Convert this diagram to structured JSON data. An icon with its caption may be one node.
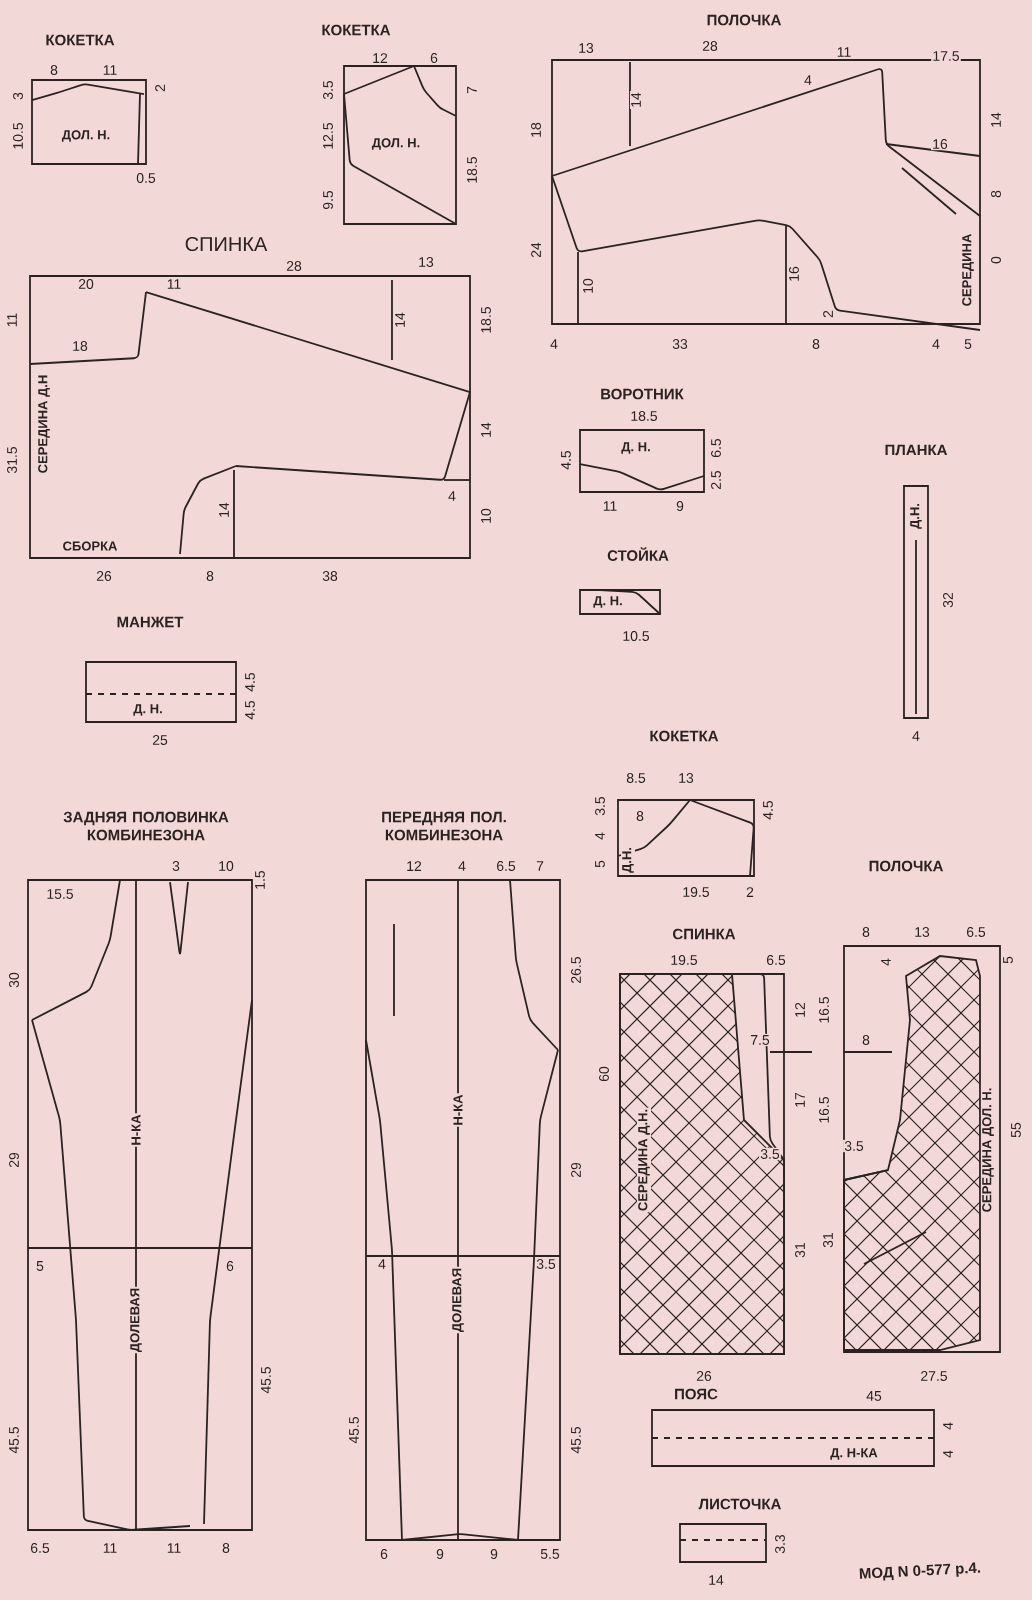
{
  "diagram": {
    "nodes": [
      {
        "text": [
          "КОКЕТКА",
          "ДОЛ. Н."
        ]
      },
      {
        "text": [
          "КОКЕТКА",
          "ДОЛ. Н."
        ]
      },
      {
        "text": [
          "СПИНКА",
          "СЕРЕДИНА Д.Н",
          "СБОРКА"
        ]
      },
      {
        "text": [
          "ПОЛОЧКА",
          "СЕРЕДИНА"
        ]
      },
      {
        "text": [
          "ВОРОТНИК",
          "Д. Н."
        ]
      },
      {
        "text": [
          "СТОЙКА",
          "Д. Н."
        ]
      },
      {
        "text": [
          "ПЛАНКА",
          "Д.Н."
        ]
      },
      {
        "text": [
          "МАНЖЕТ",
          "Д. Н."
        ]
      },
      {
        "text": [
          "ЗАДНЯЯ ПОЛОВИНКА КОМБИНЕЗОНА",
          "Н-КА",
          "ДОЛЕВАЯ"
        ]
      },
      {
        "text": [
          "ПЕРЕДНЯЯ ПОЛ. КОМБИНЕЗОНА",
          "Н-КА",
          "ДОЛЕВАЯ"
        ]
      },
      {
        "text": [
          "КОКЕТКА",
          "Д.Н."
        ]
      },
      {
        "text": [
          "СПИНКА",
          "СЕРЕДИНА Д.Н."
        ]
      },
      {
        "text": [
          "ПОЛОЧКА",
          "СЕРЕДИНА ДОЛ. Н."
        ]
      },
      {
        "text": [
          "ПОЯС",
          "Д. Н-КА"
        ]
      },
      {
        "text": [
          "ЛИСТОЧКА"
        ]
      }
    ],
    "labels": [
      "8",
      "11",
      "3",
      "10.5",
      "2",
      "0.5",
      "12",
      "6",
      "3.5",
      "12.5",
      "9.5",
      "7",
      "18.5",
      "20",
      "11",
      "28",
      "13",
      "11",
      "18",
      "14",
      "18.5",
      "31.5",
      "14",
      "14",
      "4",
      "10",
      "26",
      "8",
      "38",
      "13",
      "28",
      "11",
      "17.5",
      "18",
      "24",
      "14",
      "4",
      "14",
      "16",
      "8",
      "0",
      "10",
      "16",
      "2",
      "4",
      "33",
      "8",
      "4",
      "5",
      "18.5",
      "4.5",
      "6.5",
      "2.5",
      "11",
      "9",
      "10.5",
      "32",
      "4",
      "4.5",
      "4.5",
      "25",
      "3",
      "10",
      "15.5",
      "1.5",
      "30",
      "29",
      "5",
      "6",
      "45.5",
      "45.5",
      "6.5",
      "11",
      "11",
      "8",
      "12",
      "4",
      "6.5",
      "7",
      "26.5",
      "29",
      "4",
      "3.5",
      "45.5",
      "45.5",
      "6",
      "9",
      "9",
      "5.5",
      "8.5",
      "13",
      "3.5",
      "4",
      "5",
      "8",
      "4.5",
      "19.5",
      "2",
      "19.5",
      "6.5",
      "12",
      "7.5",
      "17",
      "3.5",
      "60",
      "31",
      "26",
      "8",
      "13",
      "6.5",
      "4",
      "5",
      "16.5",
      "8",
      "16.5",
      "3.5",
      "31",
      "55",
      "27.5",
      "45",
      "4",
      "4",
      "3.3",
      "14",
      "МОД N 0-577 р.4."
    ]
  }
}
